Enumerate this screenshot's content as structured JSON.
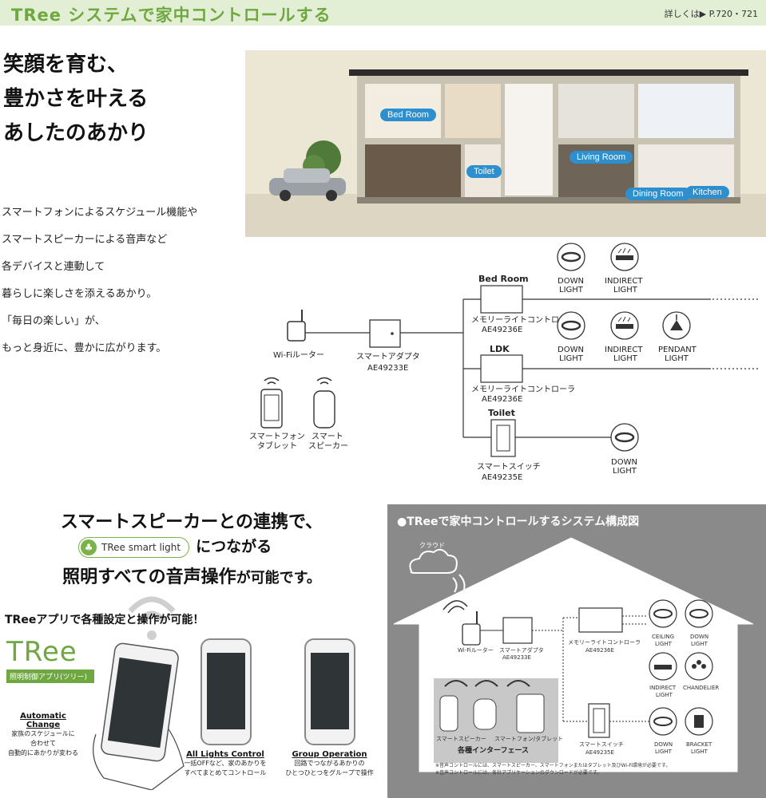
{
  "header": {
    "title": "TRee システムで家中コントロールする",
    "ref": "詳しくは▶ P.720・721"
  },
  "headline": [
    "笑顔を育む、",
    "豊かさを叶える",
    "あしたのあかり"
  ],
  "body_lines": [
    "スマートフォンによるスケジュール機能や",
    "スマートスピーカーによる音声など",
    "各デバイスと連動して",
    "暮らしに楽しさを添えるあかり。",
    "「毎日の楽しい」が、",
    "もっと身近に、豊かに広がります。"
  ],
  "house_labels": {
    "bed_room": "Bed Room",
    "toilet": "Toilet",
    "living_room": "Living Room",
    "dining_room": "Dining Room",
    "kitchen": "Kitchen"
  },
  "diagram": {
    "router": "Wi-Fiルーター",
    "adapter": "スマートアダプタ",
    "adapter_code": "AE49233E",
    "phone": [
      "スマートフォン",
      "タブレット"
    ],
    "speaker": [
      "スマート",
      "スピーカー"
    ],
    "rooms": {
      "bed_room": "Bed Room",
      "ldk": "LDK",
      "toilet": "Toilet"
    },
    "controller": "メモリーライトコントローラ",
    "controller_code": "AE49236E",
    "switch": "スマートスイッチ",
    "switch_code": "AE49235E",
    "down_light": [
      "DOWN",
      "LIGHT"
    ],
    "indirect_light": [
      "INDIRECT",
      "LIGHT"
    ],
    "pendant_light": [
      "PENDANT",
      "LIGHT"
    ]
  },
  "promo": {
    "line1": "スマートスピーカーとの連携で、",
    "logo_text": "TRee smart light",
    "line2": "につながる",
    "line3_a": "照明すべての音声操作",
    "line3_b": "が可能です。"
  },
  "app": {
    "title": "TReeアプリで各種設定と操作が可能！",
    "brand": "TRee",
    "brand_sub": "照明制御アプリ(ツリー)",
    "features": [
      {
        "title": "Automatic Change",
        "desc": [
          "家族のスケジュールに",
          "合わせて",
          "自動的にあかりが変わる"
        ]
      },
      {
        "title": "All Lights Control",
        "desc": [
          "一括OFFなど、家のあかりを",
          "すべてまとめてコントロール"
        ]
      },
      {
        "title": "Group Operation",
        "desc": [
          "回路でつながるあかりの",
          "ひとつひとつをグループで操作"
        ]
      }
    ]
  },
  "system": {
    "title": "●TReeで家中コントロールするシステム構成図",
    "cloud": "クラウド",
    "router": "Wi-Fiルーター",
    "adapter": "スマートアダプタ",
    "adapter_code": "AE49233E",
    "controller": "メモリーライトコントローラ",
    "controller_code": "AE49236E",
    "switch": "スマートスイッチ",
    "switch_code": "AE49235E",
    "speaker": "スマートスピーカー",
    "phone": "スマートフォン/タブレット",
    "interfaces": "各種インターフェース",
    "ceiling": [
      "CEILING",
      "LIGHT"
    ],
    "down": [
      "DOWN",
      "LIGHT"
    ],
    "indirect": [
      "INDIRECT",
      "LIGHT"
    ],
    "chandelier": "CHANDELIER",
    "down2": [
      "DOWN",
      "LIGHT"
    ],
    "bracket": [
      "BRACKET",
      "LIGHT"
    ],
    "notes": [
      "※音声コントロールには、スマートスピーカー、スマートフォンまたはタブレット及びWi-Fi環境が必要です。",
      "※音声コントロールには、各社アプリケーションのダウンロードが必要です。"
    ]
  }
}
